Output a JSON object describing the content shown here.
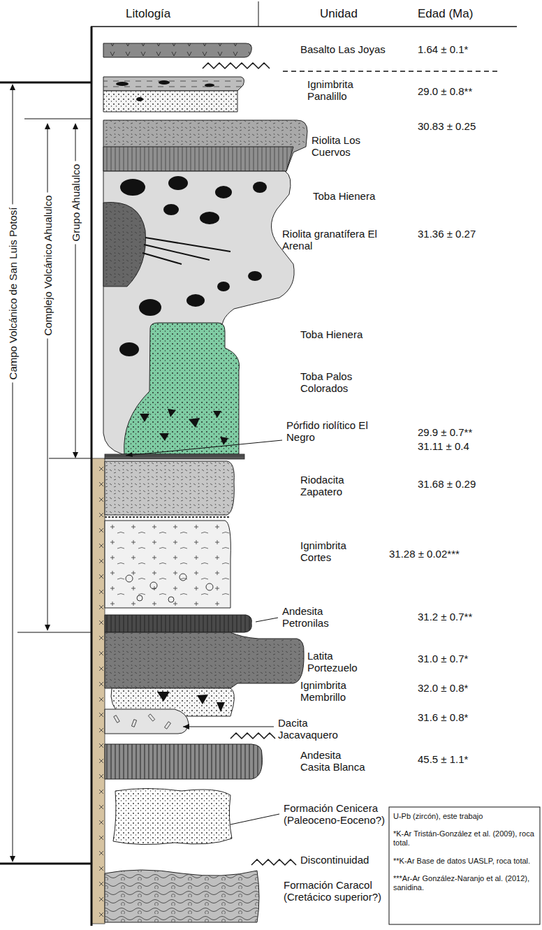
{
  "diagram": {
    "labels": [
      "Litología",
      "Unidad",
      "Edad (Ma)",
      "Basalto Las Joyas",
      "1.64 ± 0.1*",
      "Ignimbrita Panalillo",
      "29.0 ± 0.8**",
      "Riolita Los Cuervos",
      "30.83 ± 0.25",
      "Toba Hienera",
      "Riolita granatífera El Arenal",
      "31.36 ± 0.27",
      "Toba Hienera",
      "Toba Palos Colorados",
      "Pórfido riolítico El Negro",
      "29.9 ± 0.7**",
      "31.11 ± 0.4",
      "Riodacita Zapatero",
      "31.68 ± 0.29",
      "Ignimbrita Cortes",
      "31.28 ± 0.02***",
      "Andesita Petronilas",
      "31.2 ± 0.7**",
      "Latita Portezuelo",
      "31.0 ± 0.7*",
      "Ignimbrita Membrillo",
      "32.0 ± 0.8*",
      "Dacita Jacavaquero",
      "31.6 ± 0.8*",
      "Andesita Casita Blanca",
      "45.5 ± 1.1*",
      "Formación Cenicera (Paleoceno-Eoceno?)",
      "Discontinuidad",
      "Formación Caracol (Cretácico superior?)",
      "Campo Volcánico de San Luis Potosí",
      "Complejo Volcánico Ahualulco",
      "Grupo Ahualulco"
    ],
    "legend": [
      {
        "text": "U-Pb (zircón), este trabajo"
      },
      {
        "text": "*K-Ar Tristán-González et al. (2009), roca total."
      },
      {
        "text": "**K-Ar Base de datos UASLP, roca total."
      },
      {
        "text": "***Ar-Ar González-Naranjo et al. (2012), sanidina."
      }
    ]
  }
}
